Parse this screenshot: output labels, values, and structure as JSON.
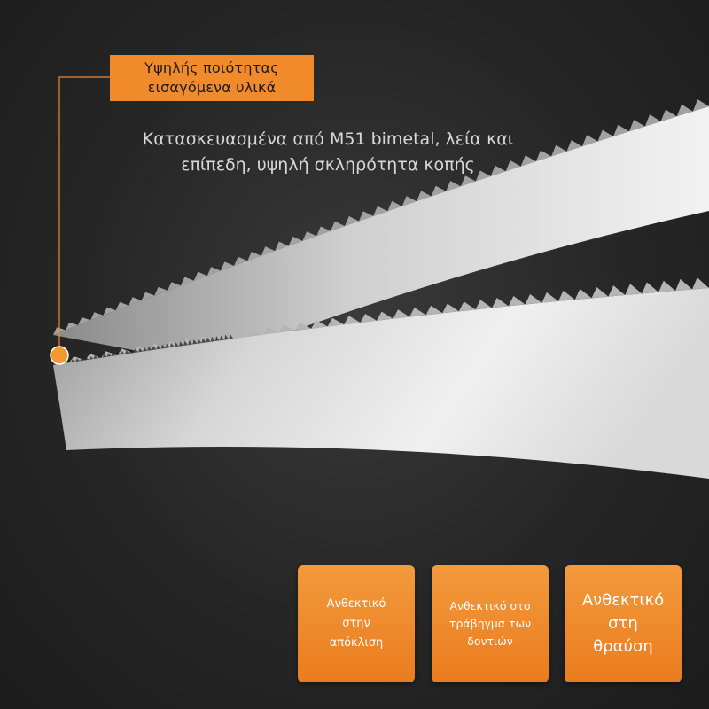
{
  "callout": {
    "label_line1": "Υψηλής ποιότητας",
    "label_line2": "εισαγόμενα υλικά",
    "accent_color": "#f08a2a"
  },
  "subtitle": {
    "line1": "Κατασκευασμένα από M51 bimetal, λεία και",
    "line2": "επίπεδη, υψηλή σκληρότητα κοπής"
  },
  "features": [
    {
      "label": "Ανθεκτικό\nστην\nαπόκλιση"
    },
    {
      "label": "Ανθεκτικό στο\nτράβηγμα των\nδοντιών"
    },
    {
      "label": "Ανθεκτικό\nστη\nθραύση"
    }
  ],
  "colors": {
    "background": "#262626",
    "card_orange": "#ea7c1e",
    "blade_silver": "#e4e4e4"
  }
}
